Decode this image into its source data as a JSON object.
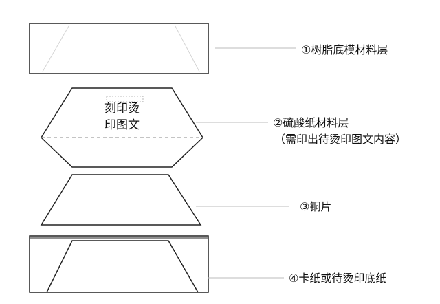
{
  "layers": [
    {
      "id": "layer-1",
      "label": "①树脂底模材料层"
    },
    {
      "id": "layer-2",
      "label": "②硫酸纸材料层",
      "sublabel": "（需印出待烫印图文内容）",
      "inner_text_line1": "刻印烫",
      "inner_text_line2": "印图文"
    },
    {
      "id": "layer-3",
      "label": "③铜片"
    },
    {
      "id": "layer-4",
      "label": "④卡纸或待烫印底纸"
    }
  ],
  "colors": {
    "stroke": "#222222",
    "leader": "#bbbbbb",
    "faint": "#cfcfcf",
    "dashed": "#888888"
  }
}
